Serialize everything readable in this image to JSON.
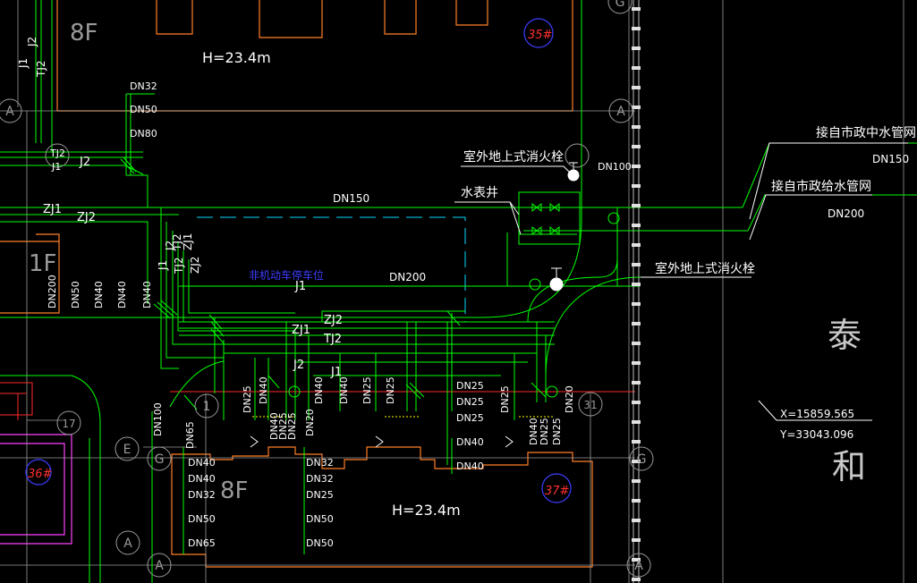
{
  "colors": {
    "background": "#000000",
    "pipe_green": "#00ff00",
    "building_orange": "#ff7f27",
    "text_white": "#ffffff",
    "axis_gray": "#9a9a9a",
    "marker_blue": "#3d3dff",
    "marker_red": "#ff3030",
    "road_red": "#ff2a2a",
    "dash_cyan": "#00d7ff",
    "pink": "#ff40ff",
    "yellow": "#ffff00"
  },
  "buildings": {
    "b35_number": "35#",
    "b35_floors": "8F",
    "b35_height": "H=23.4m",
    "b37_number": "37#",
    "b37_floors": "8F",
    "b37_height": "H=23.4m",
    "b36_number": "36#",
    "b1f_floors": "1F"
  },
  "axis_markers": {
    "a1": "A",
    "a2": "A",
    "a3": "A",
    "a4": "A",
    "a5": "A",
    "g1": "G",
    "g2": "G",
    "g3": "G",
    "e1": "E",
    "n1": "1",
    "n17": "17",
    "n31": "31",
    "t1": "G"
  },
  "pipe_labels": {
    "zj1": "ZJ1",
    "zj2": "ZJ2",
    "j2": "J2",
    "tj2": "TJ2",
    "j1": "J1",
    "j2_main": "J2",
    "tj2_circle": "TJ2",
    "j1_circle": "J1",
    "dn150_main": "DN150",
    "dn200_main": "DN200",
    "dn100_hydrant": "DN100",
    "zj2_low": "ZJ2",
    "zj1_low": "ZJ1",
    "tj2_low": "TJ2",
    "j2_low": "J2",
    "j1_low": "J1",
    "j1_mid": "J1",
    "v_j1": "J1",
    "v_tj2": "TJ2",
    "v_zj2": "ZJ2",
    "v_j2": "J2",
    "v_tj2b": "TJ2",
    "v_zj1": "ZJ1",
    "top_j2": "J2",
    "top_tj2": "TJ2",
    "top_j1": "J1"
  },
  "dn_labels": {
    "t1": "DN32",
    "t2": "DN50",
    "t3": "DN80",
    "lv1": "DN200",
    "lv2": "DN50",
    "lv3": "DN40",
    "lv4": "DN40",
    "g1a": "DN25",
    "g1b": "DN40",
    "g2a": "DN40",
    "g2b": "DN25",
    "g2c": "DN25",
    "g2d": "DN20",
    "g3a": "DN40",
    "g3b": "DN40",
    "g3c": "DN25",
    "g3d": "DN25",
    "g4a": "DN25",
    "g4b": "DN25",
    "g4c": "DN25",
    "g4d": "DN40",
    "g4e": "DN40",
    "g5a": "DN25",
    "g5b": "DN20",
    "g6a": "DN40",
    "g6b": "DN25",
    "g6c": "DN25",
    "l1": "DN40",
    "l2": "DN40",
    "l3": "DN32",
    "l4": "DN50",
    "l5": "DN65",
    "c1": "DN32",
    "c2": "DN32",
    "c3": "DN25",
    "c4": "DN50",
    "c5": "DN50",
    "lv_100": "DN100",
    "lv_65": "DN65"
  },
  "annotations": {
    "hydrant_top": "室外地上式消火栓",
    "meter_well": "水表井",
    "hydrant_mid": "室外地上式消火栓",
    "city_pipe_1": "接自市政中水管网",
    "city_pipe_1_dn": "DN150",
    "city_pipe_2": "接自市政给水管网",
    "city_pipe_2_dn": "DN200",
    "parking": "非机动车停车位",
    "road_char_1": "泰",
    "road_char_2": "和",
    "coord_x": "X=15859.565",
    "coord_y": "Y=33043.096"
  }
}
